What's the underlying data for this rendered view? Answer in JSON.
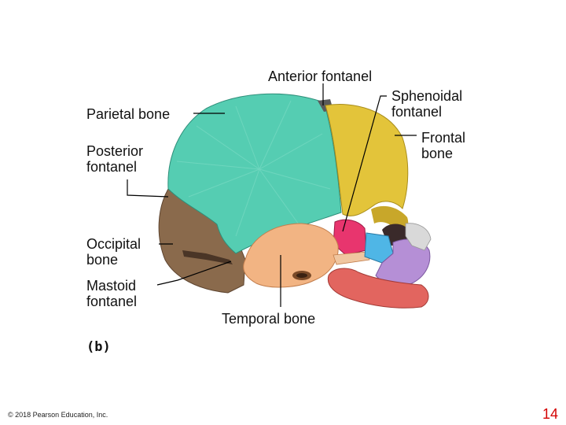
{
  "labels": {
    "anterior_fontanel": "Anterior fontanel",
    "sphenoidal_fontanel": "Sphenoidal fontanel",
    "parietal_bone": "Parietal bone",
    "frontal_bone": "Frontal bone",
    "posterior_fontanel": "Posterior fontanel",
    "occipital_bone": "Occipital bone",
    "mastoid_fontanel": "Mastoid fontanel",
    "temporal_bone": "Temporal bone"
  },
  "panel_label": "(b)",
  "footer": {
    "copyright": "© 2018 Pearson Education, Inc.",
    "page_number": "14"
  },
  "colors": {
    "parietal": "#55cdb2",
    "frontal": "#e3c43a",
    "occipital": "#8a6a4c",
    "temporal": "#f2b483",
    "sphenoid": "#e8356e",
    "maxilla_blue": "#4fb6e6",
    "zygoma_purple": "#b58fd6",
    "mandible": "#e2655f",
    "nasal": "#d9d9d9",
    "page_number": "#d40000"
  }
}
